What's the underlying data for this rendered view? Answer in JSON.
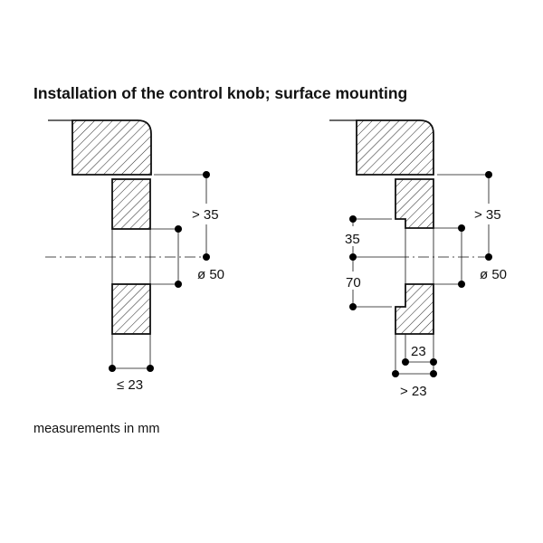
{
  "title": "Installation of the control knob; surface mounting",
  "note": "measurements in mm",
  "left_diagram": {
    "height_label": "> 35",
    "diameter_label": "ø 50",
    "thickness_label": "≤ 23"
  },
  "right_diagram": {
    "height_label": "> 35",
    "diameter_label": "ø 50",
    "recess_top_label": "35",
    "recess_bottom_label": "70",
    "inner_thickness_label": "23",
    "thickness_label": "> 23"
  }
}
